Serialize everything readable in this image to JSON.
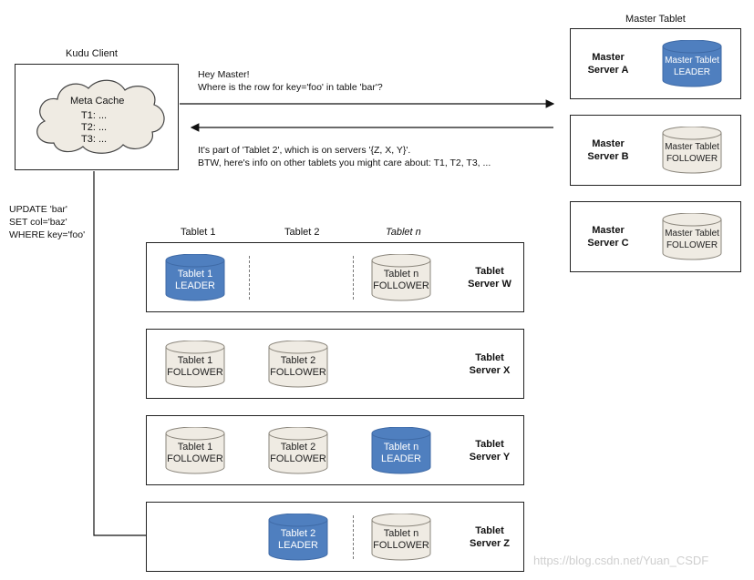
{
  "client": {
    "title": "Kudu Client",
    "cloud_title": "Meta Cache",
    "cache_lines": [
      "T1: ...",
      "T2: ...",
      "T3: ..."
    ]
  },
  "request": {
    "line1": "Hey Master!",
    "line2": "Where is the row for key='foo' in table 'bar'?"
  },
  "response": {
    "line1": "It's part of 'Tablet 2', which is on servers '{Z, X, Y}'.",
    "line2": "BTW, here's info on other tablets you might care about: T1, T2, T3, ..."
  },
  "update_sql": [
    "UPDATE 'bar'",
    "SET col='baz'",
    "WHERE key='foo'"
  ],
  "master_tablet_label": "Master Tablet",
  "masters": [
    {
      "name": "Master\nServer A",
      "tablet": "Master Tablet",
      "role": "LEADER"
    },
    {
      "name": "Master\nServer B",
      "tablet": "Master Tablet",
      "role": "FOLLOWER"
    },
    {
      "name": "Master\nServer C",
      "tablet": "Master Tablet",
      "role": "FOLLOWER"
    }
  ],
  "column_headers": [
    "Tablet 1",
    "Tablet 2",
    "Tablet n"
  ],
  "tablet_servers": [
    {
      "name": "Tablet\nServer W",
      "tablets": [
        {
          "label": "Tablet 1",
          "role": "LEADER"
        },
        null,
        {
          "label": "Tablet n",
          "role": "FOLLOWER"
        }
      ]
    },
    {
      "name": "Tablet\nServer X",
      "tablets": [
        {
          "label": "Tablet 1",
          "role": "FOLLOWER"
        },
        {
          "label": "Tablet 2",
          "role": "FOLLOWER"
        },
        null
      ]
    },
    {
      "name": "Tablet\nServer Y",
      "tablets": [
        {
          "label": "Tablet 1",
          "role": "FOLLOWER"
        },
        {
          "label": "Tablet 2",
          "role": "FOLLOWER"
        },
        {
          "label": "Tablet n",
          "role": "LEADER"
        }
      ]
    },
    {
      "name": "Tablet\nServer Z",
      "tablets": [
        null,
        {
          "label": "Tablet 2",
          "role": "LEADER"
        },
        {
          "label": "Tablet n",
          "role": "FOLLOWER"
        }
      ]
    }
  ],
  "watermark": "https://blog.csdn.net/Yuan_CSDF",
  "colors": {
    "leader": "#4f7fbf",
    "follower": "#efebe3",
    "stroke": "#222222"
  }
}
